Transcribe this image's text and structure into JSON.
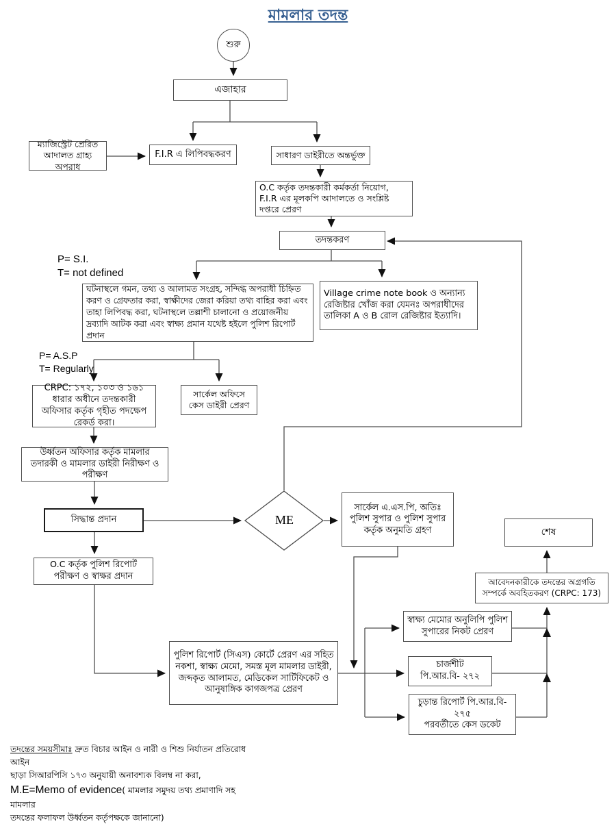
{
  "title": "মামলার তদন্ত",
  "colors": {
    "title": "#365f91",
    "line": "#4d4d4d"
  },
  "nodes": {
    "start": "শুরু",
    "ejahar": "এজাহার",
    "magistrate": "ম্যাজিস্ট্রেট প্রেরিত\nআদালত গ্রাহ্য অপরাধ",
    "fir": "F.I.R এ লিপিবদ্ধকরণ",
    "general_diary": "সাধারণ ডাইরীতে অন্তর্ভুক্ত",
    "oc_assign": "O.C কর্তৃক তদন্তকারী কর্মকর্তা নিয়োগ, F.I.R এর মূলকপি আদালতে ও সংশ্লিষ্ট দপ্তরে প্রেরণ",
    "investigation": "তদন্তকরণ",
    "scene_actions": "ঘটনাস্থলে গমন, তথ্য ও আলামত সংগ্রহ, সন্দিগ্ধ অপরাধী চিহ্নিত করণ ও গ্রেফতার করা, স্বাক্ষীদের জেরা করিয়া তথ্য বাহির করা এবং তাহা লিপিবদ্ধ করা, ঘটনাস্থলে তল্লাশী চালানো ও প্রয়োজনীয় দ্রব্যাদি আটক করা এবং স্বাক্ষ্য প্রমান যথেষ্ট হইলে পুলিশ রিপোর্ট প্রদান",
    "village_note": "Village crime note book ও অন্যান্য রেজিষ্টার খোঁজ করা যেমনঃ অপরাধীদের তালিকা A ও B রোল রেজিষ্টার ইত্যাদি।",
    "crpc_record": "CRPC: ১৭২, ১০৩ ও ১৬১ ধারার অধীনে তদন্তকারী অফিসার কর্তৃক গৃহীত পদক্ষেপ রেকর্ড করা।",
    "circle_office": "সার্কেল অফিসে কেস ডাইরী প্রেরণ",
    "senior_officer": "উর্ধ্বতন অফিসার কর্তৃক মামলার তদারকী ও মামলার ডাইরী নিরীক্ষণ ও পরীক্ষণ",
    "decision": "সিদ্ধান্ত প্রদান",
    "me": "ME",
    "circle_asp": "সার্কেল এ.এস.পি, অতিঃ পুলিশ সুপার ও পুলিশ সুপার কর্তৃক অনুমতি গ্রহণ",
    "end": "শেষ",
    "oc_report": "O.C কর্তৃক পুলিশ রিপোর্ট পরীক্ষণ ও স্বাক্ষর প্রদান",
    "applicant_inform": "আবেদনকারীকে তদন্তের অগ্রগতি সম্পর্কে অবহিতকরণ (CRPC: 173)",
    "memo_copy": "স্বাক্ষ্য মেমোর অনুলিপি পুলিশ সুপারের নিকট প্রেরণ",
    "police_report_cs": "পুলিশ রিপোর্ট (সিএস) কোর্টে প্রেরণ এর সহিত নকশা, স্বাক্ষ্য মেমো, সমস্ত মূল মামলার ডাইরী, জব্দকৃত আলামত, মেডিকেল সার্টিফিকেট ও আনুষাঙ্গিক কাগজপত্র প্রেরণ",
    "chargesheet": "চার্জশীট\nপি.আর.বি- ২৭২",
    "final_report": "চুড়ান্ত রিপোর্ট পি.আর.বি-\n২৭৫\nপরবর্তীতে কেস ডকেট"
  },
  "annotations": {
    "si_note": "P= S.I.\nT= not defined",
    "asp_note": "P= A.S.P\nT= Regularly"
  },
  "footer": {
    "line1_underlined": "তদন্তের সময়সীমাঃ",
    "line1_rest": " দ্রুত বিচার আইন ও নারী ও শিশু নির্যাতন প্রতিরোধ আইন",
    "line2": "ছাড়া সিআরপিসি ১৭৩ অনুযায়ী অনাবশ্যক বিলম্ব না করা,",
    "line3_prefix": "M.E=Memo of evidence",
    "line3_rest": "( মামলার সমুদয় তথ্য প্রমাণাদি সহ মামলার",
    "line4": "তদন্তের ফলাফল উর্ধ্বতন কর্তৃপক্ষকে জানানো)"
  }
}
